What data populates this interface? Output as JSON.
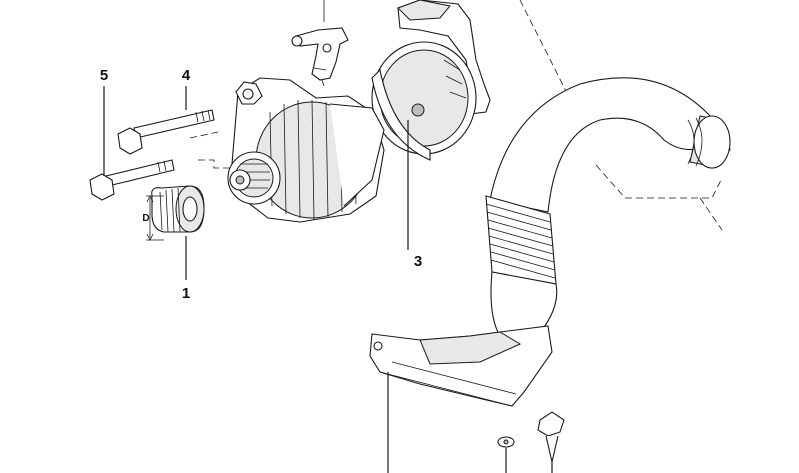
{
  "callouts": {
    "c1": "1",
    "c3": "3",
    "c4": "4",
    "c5": "5"
  },
  "dimension_label": "D"
}
